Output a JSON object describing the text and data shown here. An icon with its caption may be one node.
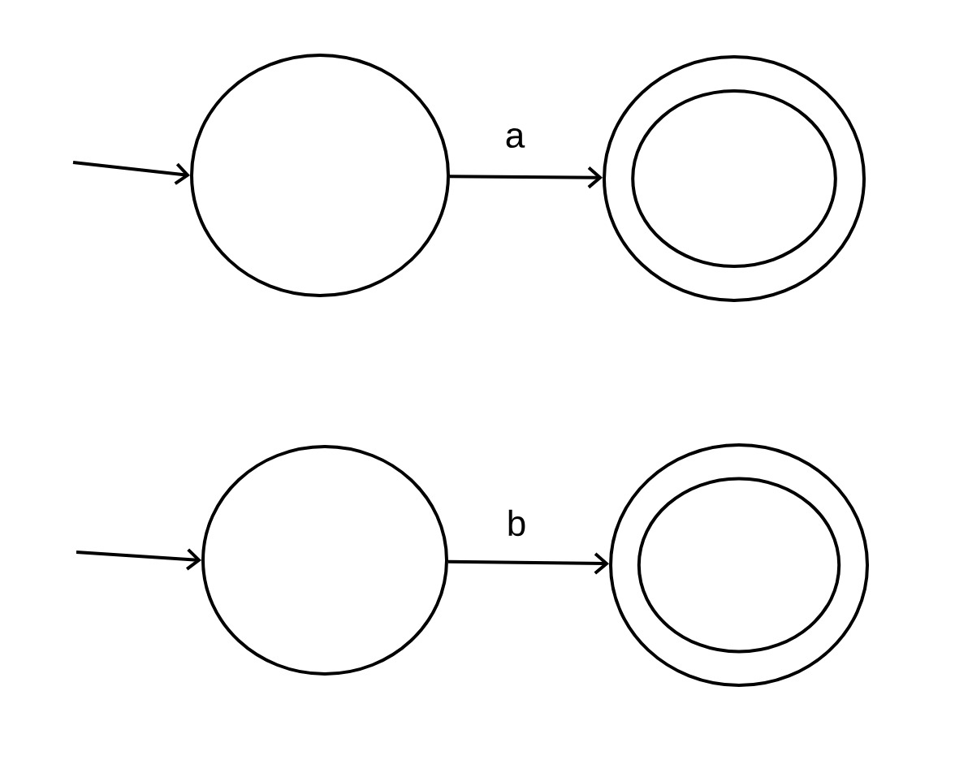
{
  "diagram": {
    "nodes": [
      {
        "text": [],
        "shape": "circle"
      },
      {
        "text": [],
        "shape": "double-circle"
      },
      {
        "text": [],
        "shape": "circle"
      },
      {
        "text": [],
        "shape": "double-circle"
      }
    ],
    "edges": [
      {
        "from": null,
        "to": 0,
        "arrow": "to"
      },
      {
        "from": 0,
        "to": 1,
        "arrow": "to",
        "label": "a"
      },
      {
        "from": null,
        "to": 2,
        "arrow": "to"
      },
      {
        "from": 2,
        "to": 3,
        "arrow": "to",
        "label": "b"
      }
    ]
  }
}
